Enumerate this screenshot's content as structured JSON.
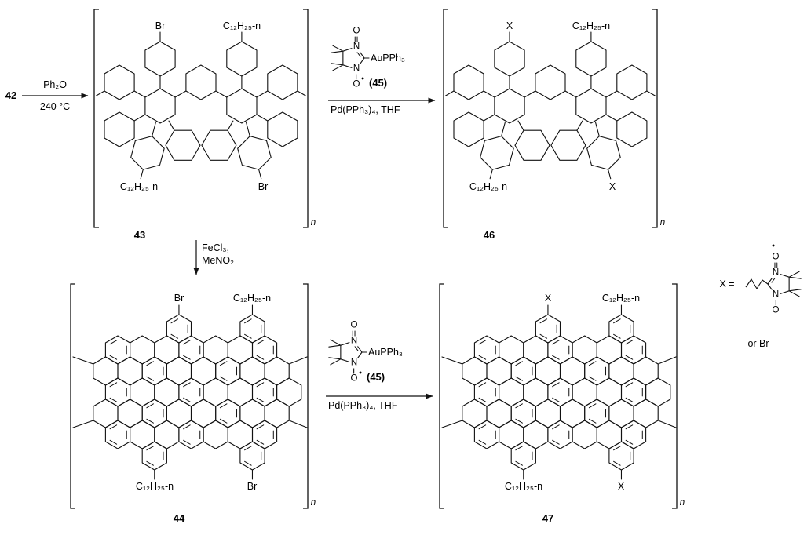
{
  "scheme": {
    "compound42_label": "42",
    "step1_reagent": "Ph₂O",
    "step1_condition": "240 °C",
    "step2_reagent_line1": "FeCl₃,",
    "step2_reagent_line2": "MeNO₂",
    "coupling_conditions": "Pd(PPh₃)₄, THF"
  },
  "reagent45": {
    "o_top": "O",
    "n_top": "N",
    "n_bottom": "N",
    "o_bottom": "O",
    "radical_dot": "•",
    "gold_group": "AuPPh₃",
    "number": "(45)"
  },
  "compound43": {
    "number": "43",
    "sub_top_left": "Br",
    "sub_top_right": "C₁₂H₂₅-n",
    "sub_bottom_left": "C₁₂H₂₅-n",
    "sub_bottom_right": "Br",
    "repeat_index": "n"
  },
  "compound46": {
    "number": "46",
    "sub_top_left": "X",
    "sub_top_right": "C₁₂H₂₅-n",
    "sub_bottom_left": "C₁₂H₂₅-n",
    "sub_bottom_right": "X",
    "repeat_index": "n"
  },
  "compound44": {
    "number": "44",
    "sub_top_left": "Br",
    "sub_top_right": "C₁₂H₂₅-n",
    "sub_bottom_left": "C₁₂H₂₅-n",
    "sub_bottom_right": "Br",
    "repeat_index": "n"
  },
  "compound47": {
    "number": "47",
    "sub_top_left": "X",
    "sub_top_right": "C₁₂H₂₅-n",
    "sub_bottom_left": "C₁₂H₂₅-n",
    "sub_bottom_right": "X",
    "repeat_index": "n"
  },
  "x_definition": {
    "prefix": "X =",
    "alternative": "or Br",
    "o_top": "O",
    "n_top": "N",
    "n_bottom": "N",
    "o_bottom": "O",
    "radical_dot": "•"
  }
}
